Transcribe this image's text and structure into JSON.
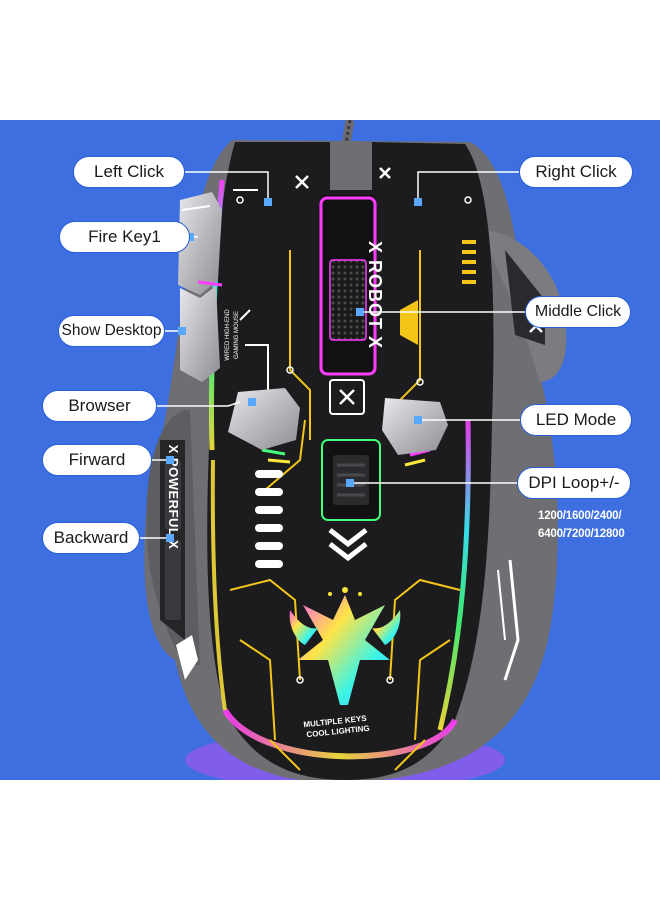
{
  "colors": {
    "background": "#3d6fe0",
    "mouse_body": "#1c1c1e",
    "mouse_shell": "#6f6f73",
    "accent_yellow": "#f2c518",
    "accent_rgb": [
      "#ff3cff",
      "#ffe83a",
      "#39f0ff",
      "#43ff7a"
    ]
  },
  "callouts": {
    "left_click": "Left Click",
    "right_click": "Right Click",
    "fire_key": "Fire Key1",
    "middle_click": "Middle Click",
    "show_desktop": "Show Desktop",
    "browser": "Browser",
    "led_mode": "LED Mode",
    "forward": "Firward",
    "dpi_loop": "DPI Loop+/-",
    "backward": "Backward"
  },
  "dpi_values": {
    "line1": "1200/1600/2400/",
    "line2": "6400/7200/12800"
  },
  "mouse_text": {
    "robot": "X ROBOT X",
    "powerful": "X POWERFUL X",
    "wired": "WIRED HIGH-END",
    "gaming": "GAMING MOUSE",
    "tagline1": "MULTIPLE KEYS",
    "tagline2": "COOL LIGHTING"
  },
  "icons": [
    "x-mark-icon",
    "chevron-down-icon",
    "tribal-logo-icon"
  ]
}
